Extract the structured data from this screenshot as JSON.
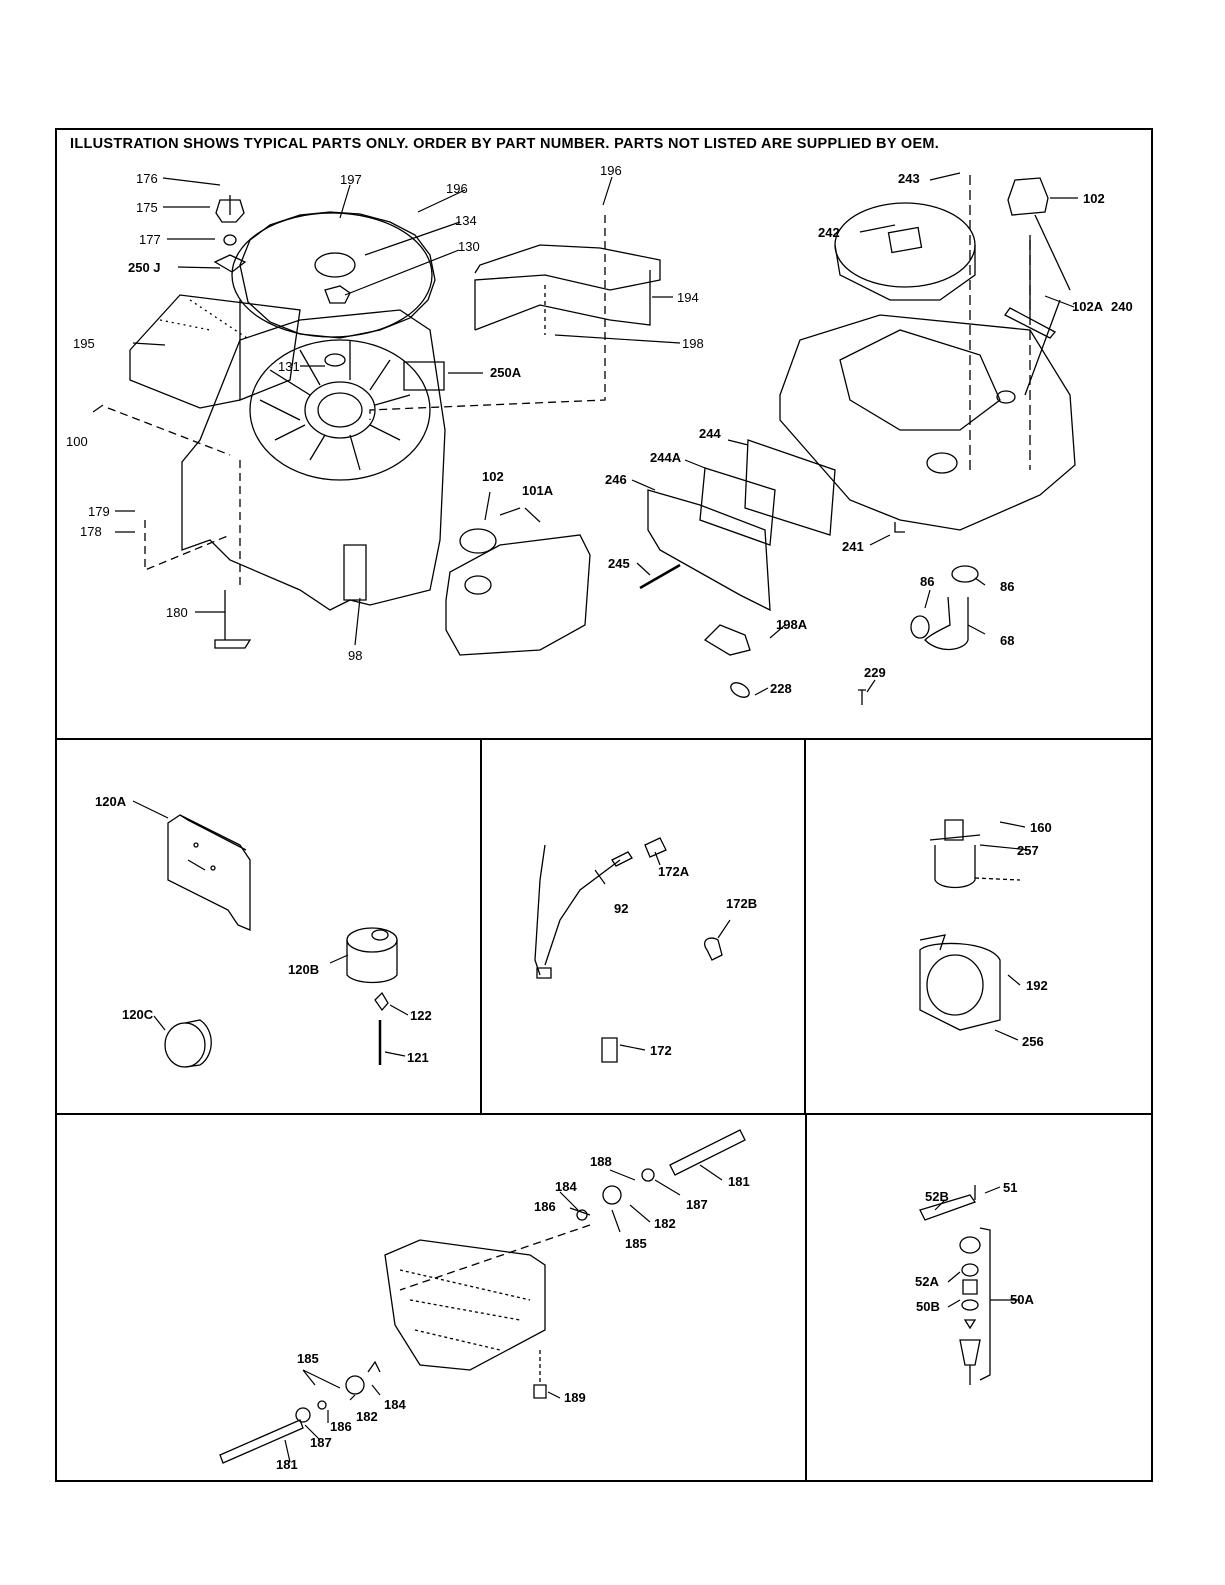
{
  "header": {
    "note": "ILLUSTRATION SHOWS TYPICAL PARTS ONLY. ORDER BY PART NUMBER. PARTS NOT LISTED ARE SUPPLIED BY OEM."
  },
  "panels": {
    "blower_tank_air_cleaner": {
      "labels": {
        "p176": "176",
        "p175": "175",
        "p177": "177",
        "p250J": "250 J",
        "p195": "195",
        "p197": "197",
        "p196a": "196",
        "p134": "134",
        "p130": "130",
        "p131": "131",
        "p196b": "196",
        "p194": "194",
        "p198": "198",
        "p250A": "250A",
        "p100": "100",
        "p179": "179",
        "p178": "178",
        "p180": "180",
        "p98": "98",
        "p102a": "102",
        "p101A": "101A",
        "p243": "243",
        "p242": "242",
        "p102b": "102",
        "p102A": "102A",
        "p240": "240",
        "p244": "244",
        "p244A": "244A",
        "p246": "246",
        "p245": "245",
        "p241": "241",
        "p198A": "198A",
        "p228": "228",
        "p229": "229",
        "p86a": "86",
        "p86b": "86",
        "p68": "68"
      }
    },
    "muffler": {
      "labels": {
        "p120A": "120A",
        "p120B": "120B",
        "p120C": "120C",
        "p122": "122",
        "p121": "121"
      }
    },
    "wiring": {
      "labels": {
        "p92": "92",
        "p172A": "172A",
        "p172B": "172B",
        "p172": "172"
      }
    },
    "starter": {
      "labels": {
        "p160": "160",
        "p257": "257",
        "p192": "192",
        "p256": "256"
      }
    },
    "base_shaft": {
      "labels": {
        "p188": "188",
        "p184a": "184",
        "p186a": "186",
        "p185a": "185",
        "p182a": "182",
        "p187a": "187",
        "p181a": "181",
        "p185b": "185",
        "p186b": "186",
        "p182b": "182",
        "p184b": "184",
        "p187b": "187",
        "p181b": "181",
        "p189": "189"
      }
    },
    "primer": {
      "labels": {
        "p51": "51",
        "p52B": "52B",
        "p52A": "52A",
        "p50B": "50B",
        "p50A": "50A"
      }
    }
  }
}
